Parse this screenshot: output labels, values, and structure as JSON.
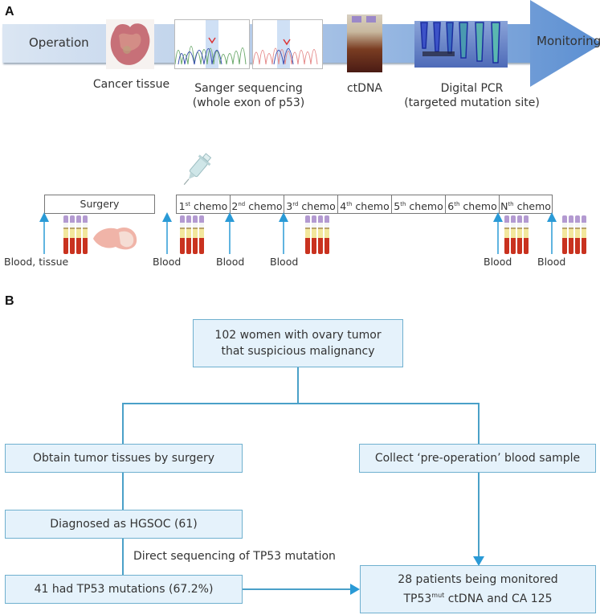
{
  "panel_a": {
    "label": "A",
    "pipeline": {
      "start_label": "Operation",
      "end_label": "Monitoring",
      "steps": [
        {
          "name": "Cancer tissue",
          "line2": ""
        },
        {
          "name": "Sanger sequencing",
          "line2": "(whole exon of p53)"
        },
        {
          "name": "ctDNA",
          "line2": ""
        },
        {
          "name": "Digital PCR",
          "line2": "(targeted mutation site)"
        }
      ]
    },
    "timeline": {
      "surgery_label": "Surgery",
      "chemo_cycles": [
        {
          "ord": "1",
          "sup": "st",
          "label": "chemo"
        },
        {
          "ord": "2",
          "sup": "nd",
          "label": "chemo"
        },
        {
          "ord": "3",
          "sup": "rd",
          "label": "chemo"
        },
        {
          "ord": "4",
          "sup": "th",
          "label": "chemo"
        },
        {
          "ord": "5",
          "sup": "th",
          "label": "chemo"
        },
        {
          "ord": "6",
          "sup": "th",
          "label": "chemo"
        },
        {
          "ord": "N",
          "sup": "th",
          "label": "chemo"
        }
      ],
      "sample_points": [
        "Blood, tissue",
        "Blood",
        "Blood",
        "Blood",
        "Blood",
        "Blood"
      ]
    },
    "colors": {
      "arrow": "#2a9ad6",
      "tube_cap": "#b39ad1",
      "tube_plasma": "#f2e79c",
      "tube_blood": "#c9321f"
    }
  },
  "panel_b": {
    "label": "B",
    "boxes": {
      "top": [
        "102 women with ovary tumor",
        "that suspicious malignancy"
      ],
      "left1": "Obtain tumor tissues by surgery",
      "right1": "Collect ‘pre-operation’ blood sample",
      "left2": "Diagnosed as HGSOC (61)",
      "left3": "41 had TP53 mutations (67.2%)",
      "final_line1": "28 patients being monitored",
      "final_line2_pre": "TP53",
      "final_line2_sup": "mut",
      "final_line2_post": " ctDNA and CA 125"
    },
    "edge_note": "Direct sequencing of TP53 mutation",
    "colors": {
      "box_fill": "#e5f2fb",
      "box_border": "#6fb0cf",
      "connector": "#4aa0c8"
    }
  }
}
